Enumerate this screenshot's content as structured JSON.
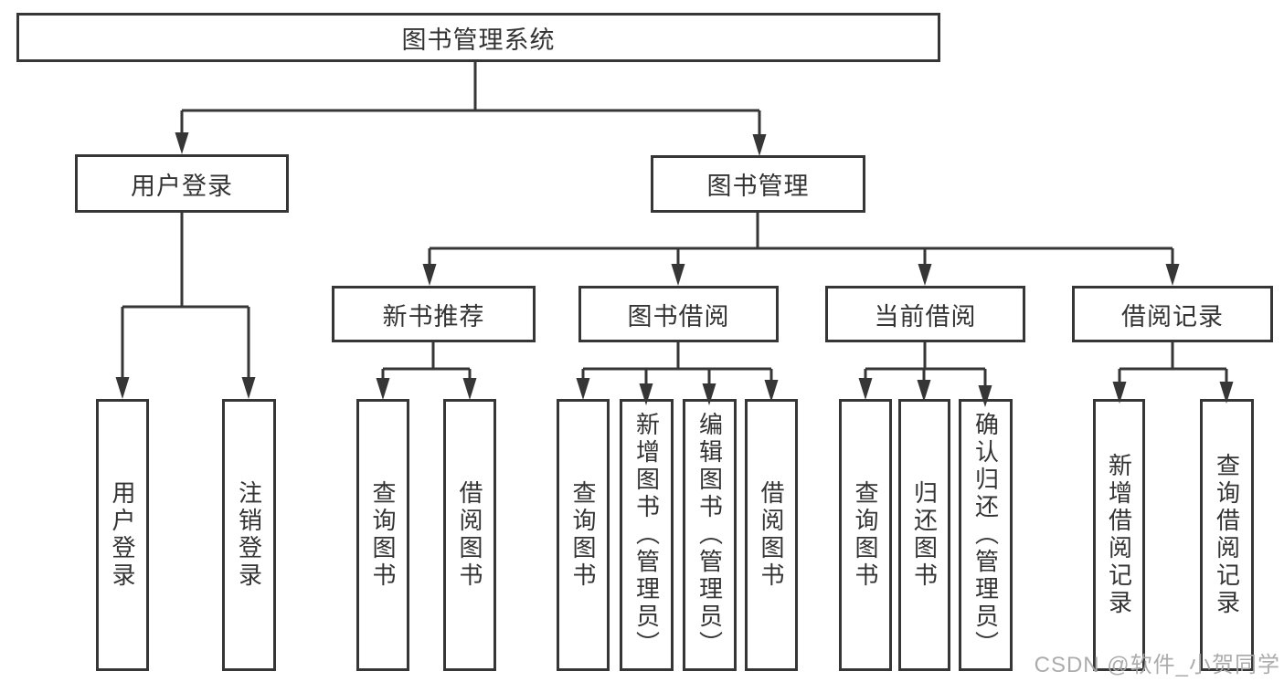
{
  "root": {
    "label": "图书管理系统"
  },
  "nodes": {
    "user_login": {
      "label": "用户登录"
    },
    "book_management": {
      "label": "图书管理"
    },
    "new_book_recommend": {
      "label": "新书推荐"
    },
    "book_borrow": {
      "label": "图书借阅"
    },
    "current_borrow": {
      "label": "当前借阅"
    },
    "borrow_records": {
      "label": "借阅记录"
    }
  },
  "leaves": {
    "login_user_login": {
      "label": "用户登录"
    },
    "login_logout": {
      "label": "注销登录"
    },
    "recommend_query_books": {
      "label": "查询图书"
    },
    "recommend_borrow_books": {
      "label": "借阅图书"
    },
    "borrow_query_books": {
      "label": "查询图书"
    },
    "borrow_add_books": {
      "label": "新增图书（管理员）"
    },
    "borrow_edit_books": {
      "label": "编辑图书（管理员）"
    },
    "borrow_borrow_books": {
      "label": "借阅图书"
    },
    "current_query_books": {
      "label": "查询图书"
    },
    "current_return_books": {
      "label": "归还图书"
    },
    "current_confirm_return": {
      "label": "确认归还（管理员）"
    },
    "records_add_record": {
      "label": "新增借阅记录"
    },
    "records_query_record": {
      "label": "查询借阅记录"
    }
  },
  "watermark": {
    "text": "CSDN @软件_小贺同学"
  },
  "colors": {
    "line": "#363636",
    "text": "#333333",
    "node_background": "#ffffff",
    "page_background": "#ffffff",
    "watermark": "#a8a8a8"
  }
}
